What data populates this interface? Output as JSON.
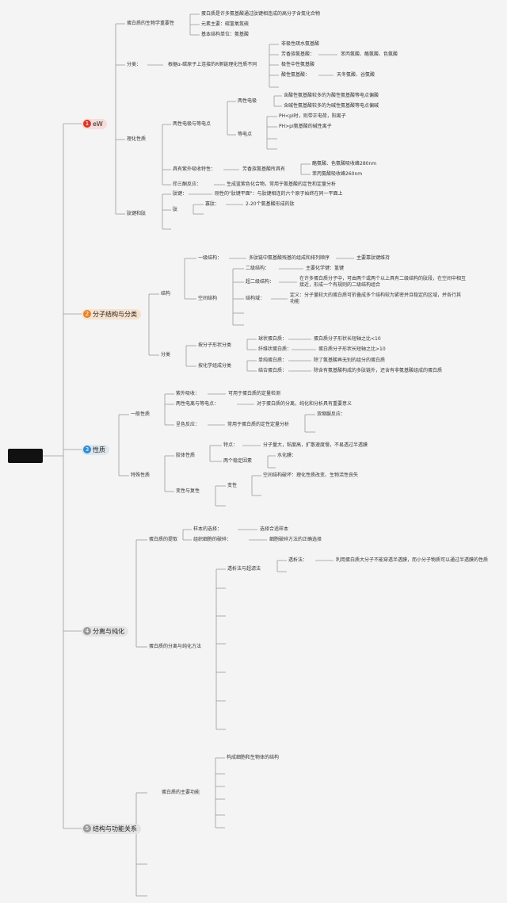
{
  "branches": [
    {
      "num": "1",
      "label": "eW",
      "color": "#d9382b",
      "bg": "#f8dcd9"
    },
    {
      "num": "2",
      "label": "分子结构与分类",
      "color": "#e8832c",
      "bg": "#f6e2cd"
    },
    {
      "num": "3",
      "label": "性质",
      "color": "#2d8fd5",
      "bg": "#dde7ef"
    },
    {
      "num": "4",
      "label": "分离与纯化",
      "color": "#9a9a9a",
      "bg": "#e4e4e4"
    },
    {
      "num": "5",
      "label": "结构与功能关系",
      "color": "#9a9a9a",
      "bg": "#e4e4e4"
    }
  ],
  "b1": {
    "importance": "蛋白质的生物学重要性",
    "imp_1": "蛋白质是许多氨基酸通过肽键相连成的高分子含氮化合物",
    "imp_2": "元素主要：碳氢氧氮硫",
    "imp_3": "基本结构单位：氨基酸",
    "classify": "分类：",
    "classify_basis": "根据α-碳原子上连接的R侧链理化性质不同",
    "aa_1": "非极性疏水氨基酸",
    "aa_2": "芳香族氨基酸：",
    "aa_2_detail": "苯丙氨酸、酪氨酸、色氨酸",
    "aa_3": "极性中性氨基酸",
    "aa_4": "酸性氨基酸：",
    "aa_4_detail": "天冬氨酸、谷氨酸",
    "physchem": "理化性质",
    "ampho": "两性电极与等电点",
    "ampho_elec": "两性电极",
    "ampho_elec_1": "含酸性氨基酸较多的为酸性氨基酸等电点偏酸",
    "ampho_elec_2": "含碱性氨基酸较多的为碱性氨基酸等电点偏碱",
    "pi": "等电点",
    "pi_1": "PH<pI时，则带正电荷，阳离子",
    "pi_2": "PH>pI氨基酸的碱性离子",
    "uv": "具有紫外吸收特性：",
    "uv_desc": "芳香族氨基酸所具有",
    "uv_1": "酪氨酸、色氨酸吸收峰280nm",
    "uv_2": "苯丙氨酸吸收峰260nm",
    "ninhydrin": "茚三酮反应：",
    "ninhydrin_desc": "生成蓝紫色化合物，常用于氨基酸的定性和定量分析",
    "peptide": "肽键和肽",
    "pbond": "肽键：",
    "pbond_desc": "刚性的\"肽键平面\"：与肽键相连的六个原子始终在同一平面上",
    "pep": "肽",
    "pep_sub": "寡肽：",
    "pep_sub_desc": "2-20个氨基酸形成的肽"
  },
  "b2": {
    "structure": "结构",
    "primary": "一级结构：",
    "primary_desc": "多肽链中氨基酸残基的组成和排列顺序",
    "primary_bond": "主要靠肽键维持",
    "spatial": "空间结构",
    "secondary": "二级结构：",
    "secondary_desc": "主要化学键：氢键",
    "supersecondary": "超二级结构：",
    "supersecondary_desc": "在许多蛋白质分子中，可由两个或两个以上具有二级结构的肽段，在空间中相互接近，形成一个有规则的二级结构组合",
    "domain": "结构域：",
    "domain_desc": "定义：分子量较大的蛋白质可折叠成多个结构较为紧密并且稳定的区域，并各行其功能",
    "classify": "分类",
    "by_shape": "按分子形状分类",
    "globular": "球状蛋白质：",
    "globular_desc": "蛋白质分子形状长短轴之比<10",
    "fibrous": "纤维状蛋白质：",
    "fibrous_desc": "蛋白质分子形状长短轴之比>10",
    "by_comp": "按化学组成分类",
    "simple": "单纯蛋白质：",
    "simple_desc": "除了氨基酸再无别的组分的蛋白质",
    "conjugated": "结合蛋白质：",
    "conjugated_desc": "除含有氨基酸构成的多肽链外，还含有非氨基酸组成的蛋白质"
  },
  "b3": {
    "general": "一般性质",
    "uv": "紫外吸收：",
    "uv_desc": "可用于蛋白质的定量检测",
    "ampho": "两性电离与等电点：",
    "ampho_desc": "对于蛋白质的分离，纯化和分析具有重要意义",
    "color": "呈色反应：",
    "color_desc": "常用于蛋白质的定性定量分析",
    "biuret": "双缩脲反应：",
    "special": "特殊性质",
    "colloid": "胶体性质",
    "feature": "特点：",
    "feature_desc": "分子量大，粘度高，扩散速度慢，不易透过半透膜",
    "stable": "两个稳定因素",
    "hydration": "水化膜：",
    "denature": "变性与复性",
    "den": "变性",
    "den_desc": "空间结构破坏：理化性质改变、生物活性丧失"
  },
  "b4": {
    "extract": "蛋白质的提取",
    "sample": "样本的选择：",
    "sample_desc": "选择合适样本",
    "cell": "组织细胞的破碎：",
    "cell_desc": "细胞破碎方法的正确选择",
    "separate": "蛋白质的分离与纯化方法",
    "dialysis": "透析法与超滤法",
    "dialysis_sub": "透析法：",
    "dialysis_desc": "利用蛋白质大分子不能穿透半透膜，而小分子物质可以通过半透膜的性质"
  },
  "b5": {
    "function": "蛋白质的主要功能",
    "fn_1": "构成细胞和生物体的结构"
  }
}
